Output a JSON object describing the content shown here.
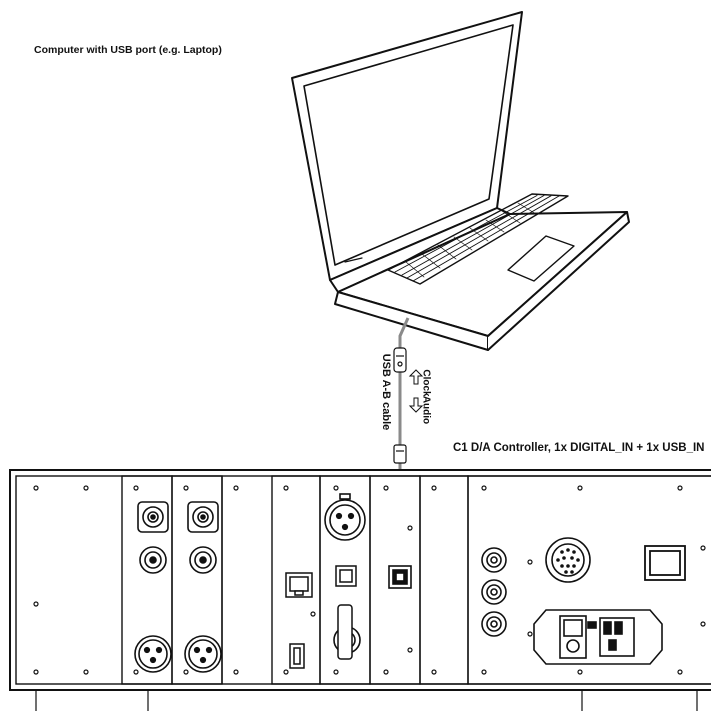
{
  "labels": {
    "computer": "Computer with USB port (e.g. Laptop)",
    "controller": "C1 D/A Controller, 1x DIGITAL_IN + 1x USB_IN",
    "cable": "USB A-B cable",
    "clock": "Clock",
    "audio": "Audio"
  },
  "colors": {
    "line": "#111111",
    "cable": "#8a8a8a",
    "background": "#ffffff"
  },
  "icons": [
    "laptop-icon",
    "usb-a-plug-icon",
    "usb-b-plug-icon",
    "ethernet-port-icon",
    "usb-b-port-icon",
    "xlr-connector-icon",
    "bnc-connector-icon",
    "power-switch-icon",
    "iec-power-inlet-icon"
  ]
}
